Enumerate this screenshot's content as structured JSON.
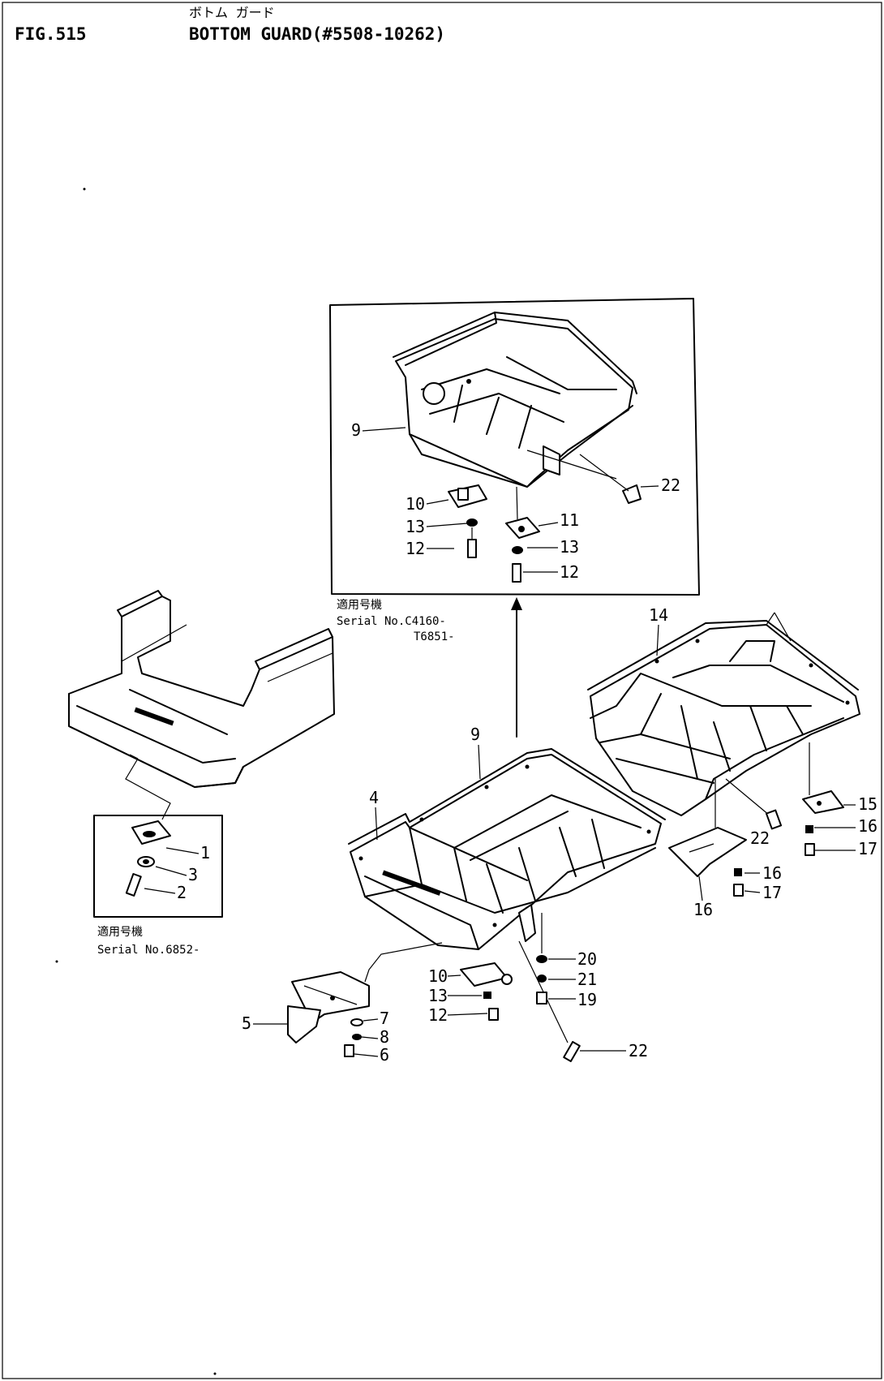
{
  "header": {
    "figure_number": "FIG.515",
    "title_kana": "ボトム ガード",
    "title": "BOTTOM GUARD(#5508-10262)"
  },
  "notes": {
    "upper_inset": {
      "label_jp": "適用号機",
      "serial_line1": "Serial No.C4160-",
      "serial_line2": "T6851-"
    },
    "left_inset": {
      "label_jp": "適用号機",
      "serial_line1": "Serial No.6852-"
    }
  },
  "callouts": {
    "c1": "1",
    "c2": "2",
    "c3": "3",
    "c4": "4",
    "c5": "5",
    "c6": "6",
    "c7": "7",
    "c8": "8",
    "c9_upper": "9",
    "c9_main": "9",
    "c10_upper": "10",
    "c10_main": "10",
    "c11": "11",
    "c12_upper_left": "12",
    "c12_upper_right": "12",
    "c12_main": "12",
    "c13_upper_left": "13",
    "c13_upper_right": "13",
    "c13_main": "13",
    "c14": "14",
    "c15": "15",
    "c16_top": "16",
    "c16_mid": "16",
    "c16_plate": "16",
    "c17_top": "17",
    "c17_mid": "17",
    "c19": "19",
    "c20": "20",
    "c21": "21",
    "c22_upper": "22",
    "c22_right": "22",
    "c22_main": "22"
  },
  "colors": {
    "ink": "#000000",
    "paper": "#ffffff"
  }
}
